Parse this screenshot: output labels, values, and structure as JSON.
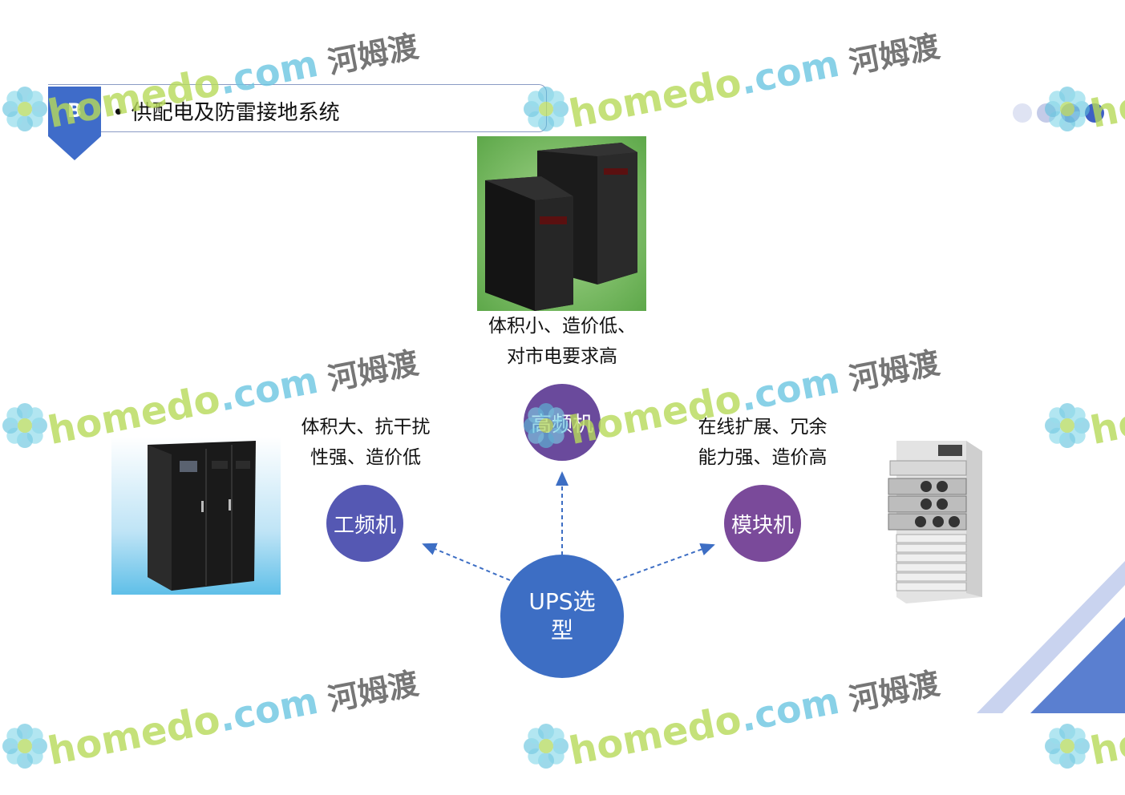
{
  "header": {
    "badge_letter": "B",
    "title": "• 供配电及防雷接地系统"
  },
  "diagram": {
    "center": {
      "label": "UPS选型",
      "color": "#3d6ec4"
    },
    "nodes": [
      {
        "id": "gaopin",
        "label": "高频机",
        "description": "体积小、造价低、对市电要求高",
        "desc_lines": [
          "体积小、造价低、",
          "对市电要求高"
        ],
        "color": "#6a4a9c"
      },
      {
        "id": "gongpin",
        "label": "工频机",
        "description": "体积大、抗干扰性强、造价低",
        "desc_lines": [
          "体积大、抗干扰",
          "性强、造价低"
        ],
        "color": "#5558b3"
      },
      {
        "id": "mokuai",
        "label": "模块机",
        "description": "在线扩展、冗余能力强、造价高",
        "desc_lines": [
          "在线扩展、冗余",
          "能力强、造价高"
        ],
        "color": "#7a4a9a"
      }
    ]
  },
  "watermark": {
    "brand": "homedo",
    "domain": ".com",
    "cn": "河姆渡"
  },
  "colors": {
    "accent": "#3d6ec4",
    "header_badge": "#3f6cc9"
  }
}
